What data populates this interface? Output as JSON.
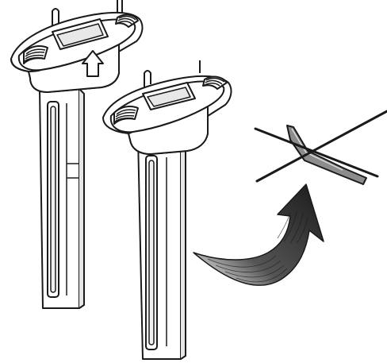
{
  "illustration": {
    "components": [
      {
        "role": "tool-with-arrow",
        "icon": "up-arrow-icon"
      },
      {
        "role": "tool-without-arrow"
      }
    ],
    "crossed_item": "strip-piece",
    "arrow": {
      "icon": "curved-arrow-icon",
      "direction": "up-right"
    },
    "colors": {
      "stroke": "#1a1a1a",
      "fill": "#ffffff",
      "shadow": "#d9d9d9",
      "gray_part": "#8c8c8c",
      "arrow_fill": "#2b2b2b"
    }
  }
}
